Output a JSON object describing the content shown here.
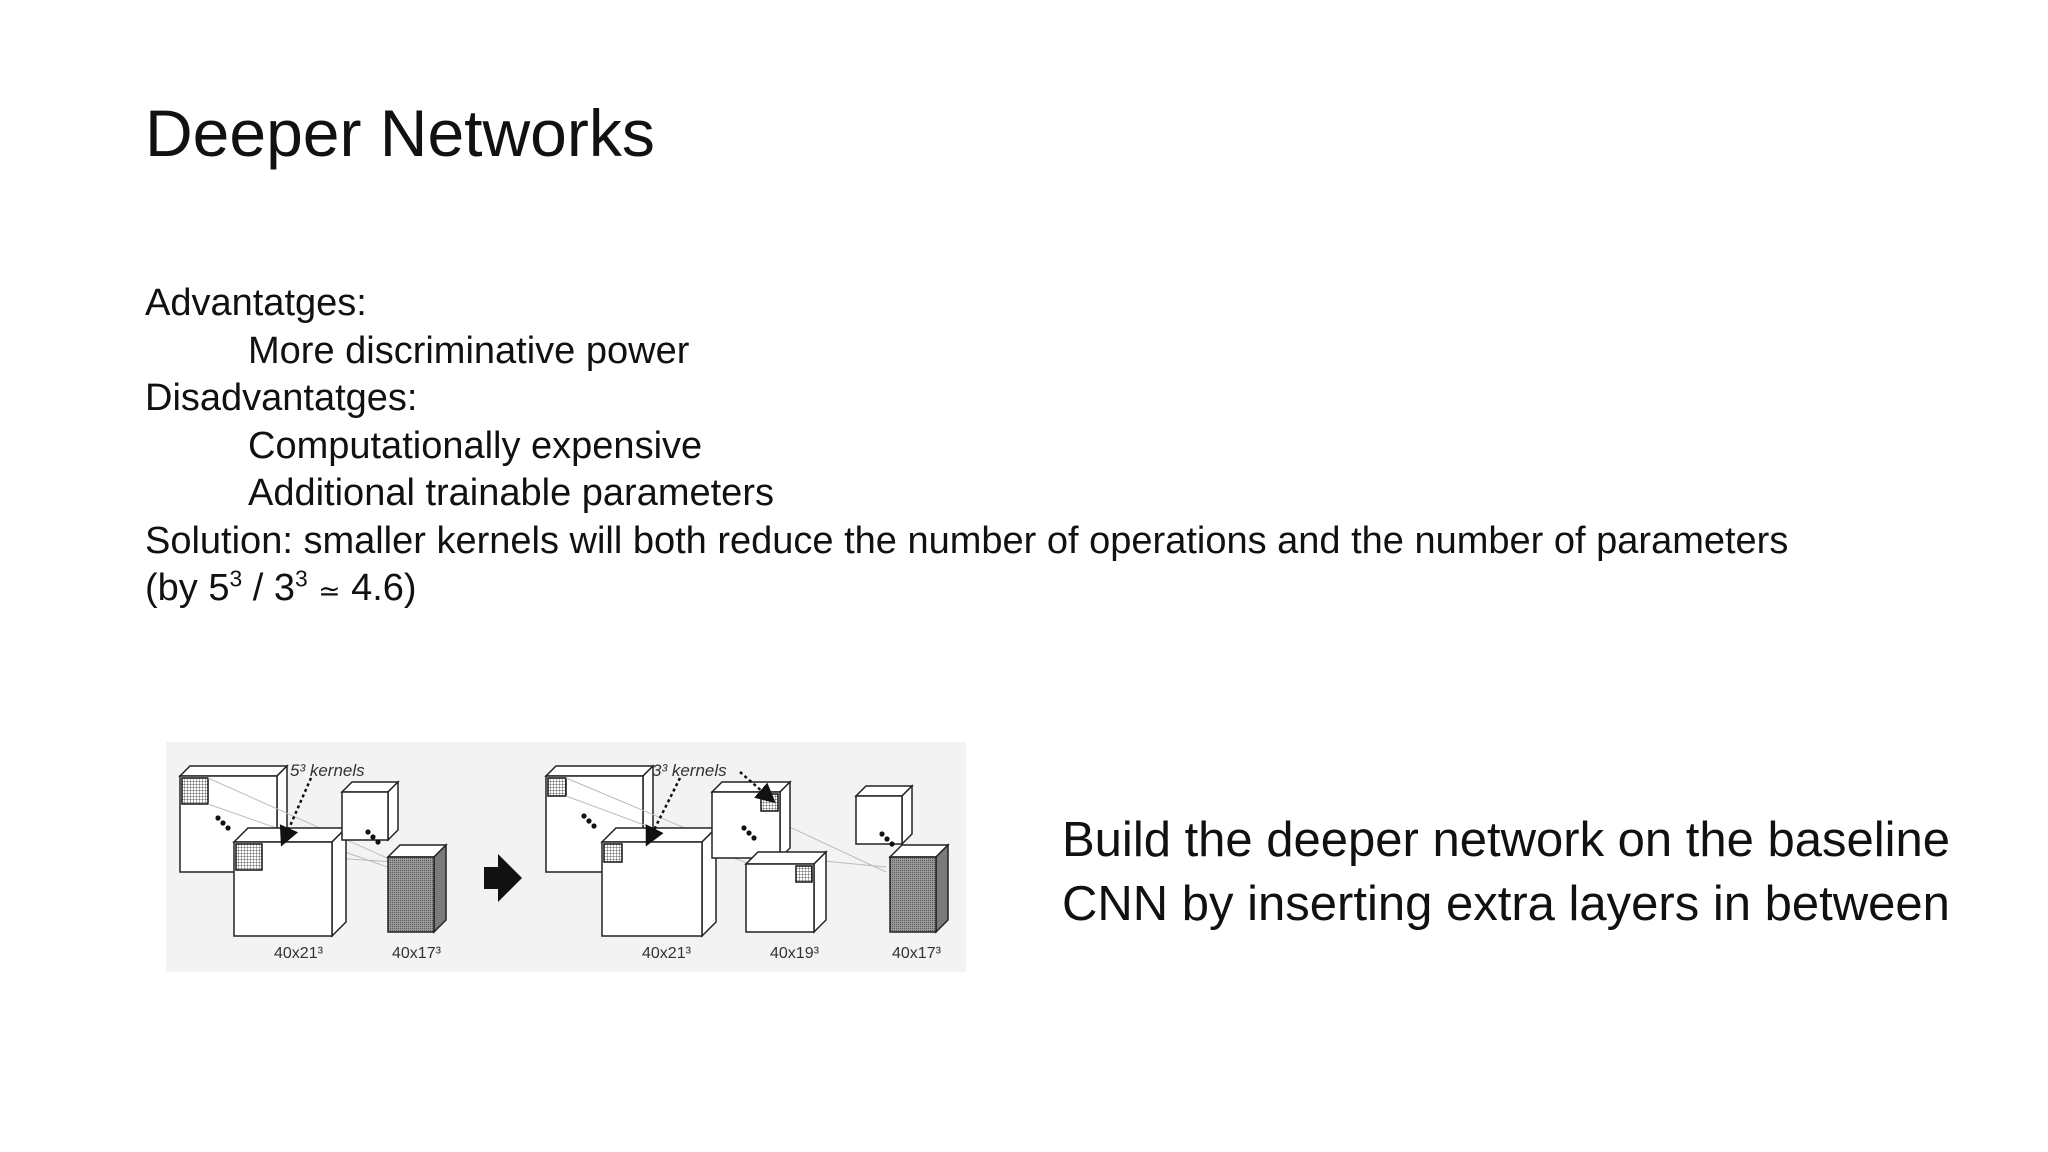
{
  "slide": {
    "title": "Deeper Networks",
    "body": {
      "advantages_heading": "Advantatges:",
      "advantage_1": "More discriminative power",
      "disadvantages_heading": "Disadvantatges:",
      "disadvantage_1": "Computationally expensive",
      "disadvantage_2": "Additional trainable parameters",
      "solution": "Solution: smaller kernels will both reduce the number of operations and the number of parameters",
      "ratio": {
        "prefix": "(by 5",
        "exp1": "3",
        "middle": " / 3",
        "exp2": "3",
        "approx_symbol": "≃",
        "suffix": "4.6)"
      }
    },
    "figure": {
      "left_kernel_label": "5³ kernels",
      "right_kernel_label": "3³ kernels",
      "left_labels": [
        "40x21³",
        "40x17³"
      ],
      "right_labels": [
        "40x21³",
        "40x19³",
        "40x17³"
      ]
    },
    "caption": {
      "line1": "Build the deeper network on the baseline",
      "line2": "CNN by inserting extra layers in between"
    }
  }
}
